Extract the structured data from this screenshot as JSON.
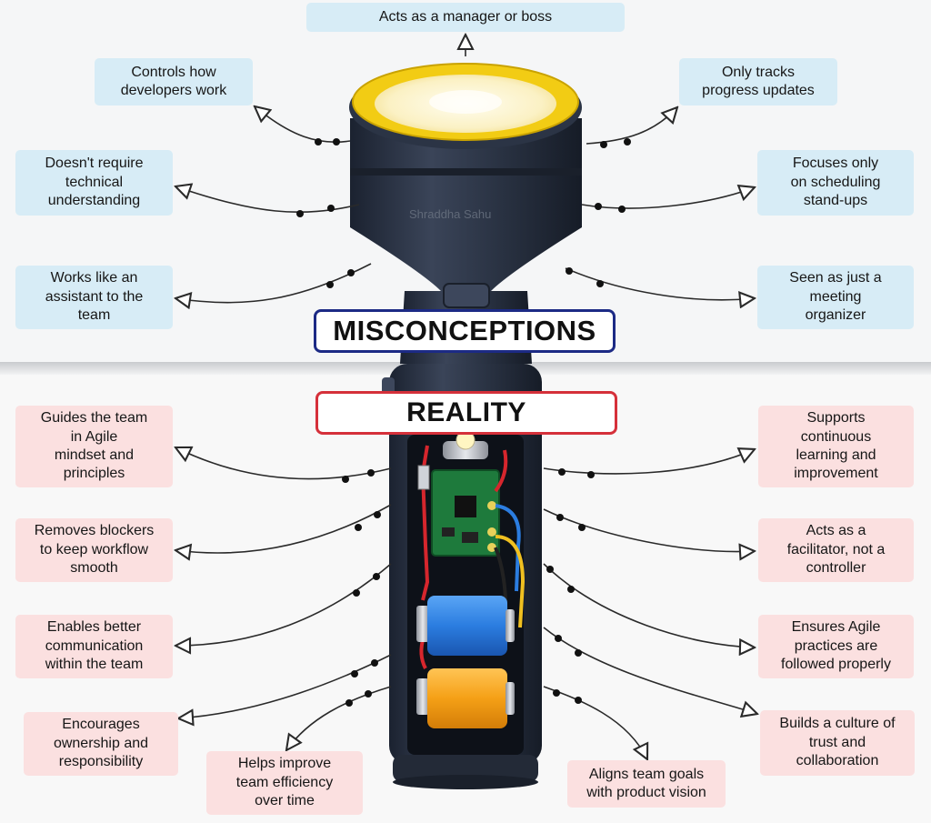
{
  "headings": {
    "misconceptions": "MISCONCEPTIONS",
    "reality": "REALITY"
  },
  "misconceptions": {
    "top": "Acts as a manager or boss",
    "left": [
      "Controls how\ndevelopers work",
      "Doesn't require\ntechnical\nunderstanding",
      "Works like an\nassistant to the\nteam"
    ],
    "right": [
      "Only tracks\nprogress updates",
      "Focuses only\non scheduling\nstand-ups",
      "Seen as just a\nmeeting\norganizer"
    ]
  },
  "reality": {
    "left": [
      "Guides the team\nin Agile\nmindset and\nprinciples",
      "Removes blockers\nto keep workflow\nsmooth",
      "Enables better\ncommunication\nwithin the team",
      "Encourages\nownership and\nresponsibility"
    ],
    "right": [
      "Supports\ncontinuous\nlearning and\nimprovement",
      "Acts as a\nfacilitator, not a\ncontroller",
      "Ensures Agile\npractices are\nfollowed properly",
      "Builds a culture of\ntrust and\ncollaboration"
    ],
    "bottom_left": "Helps improve\nteam efficiency\nover time",
    "bottom_right": "Aligns team goals\nwith product vision"
  },
  "watermark": "Shraddha Sahu",
  "colors": {
    "misconception_box": "#d7ecf6",
    "reality_box": "#fbe0e0",
    "misconceptions_border": "#1c2a85",
    "reality_border": "#d5303a",
    "flashlight_body": "#2b3445",
    "lens_ring": "#f2cc14",
    "battery_blue": "#2b7de0",
    "battery_orange": "#f5a016",
    "circuit_board": "#1e7a3c"
  }
}
